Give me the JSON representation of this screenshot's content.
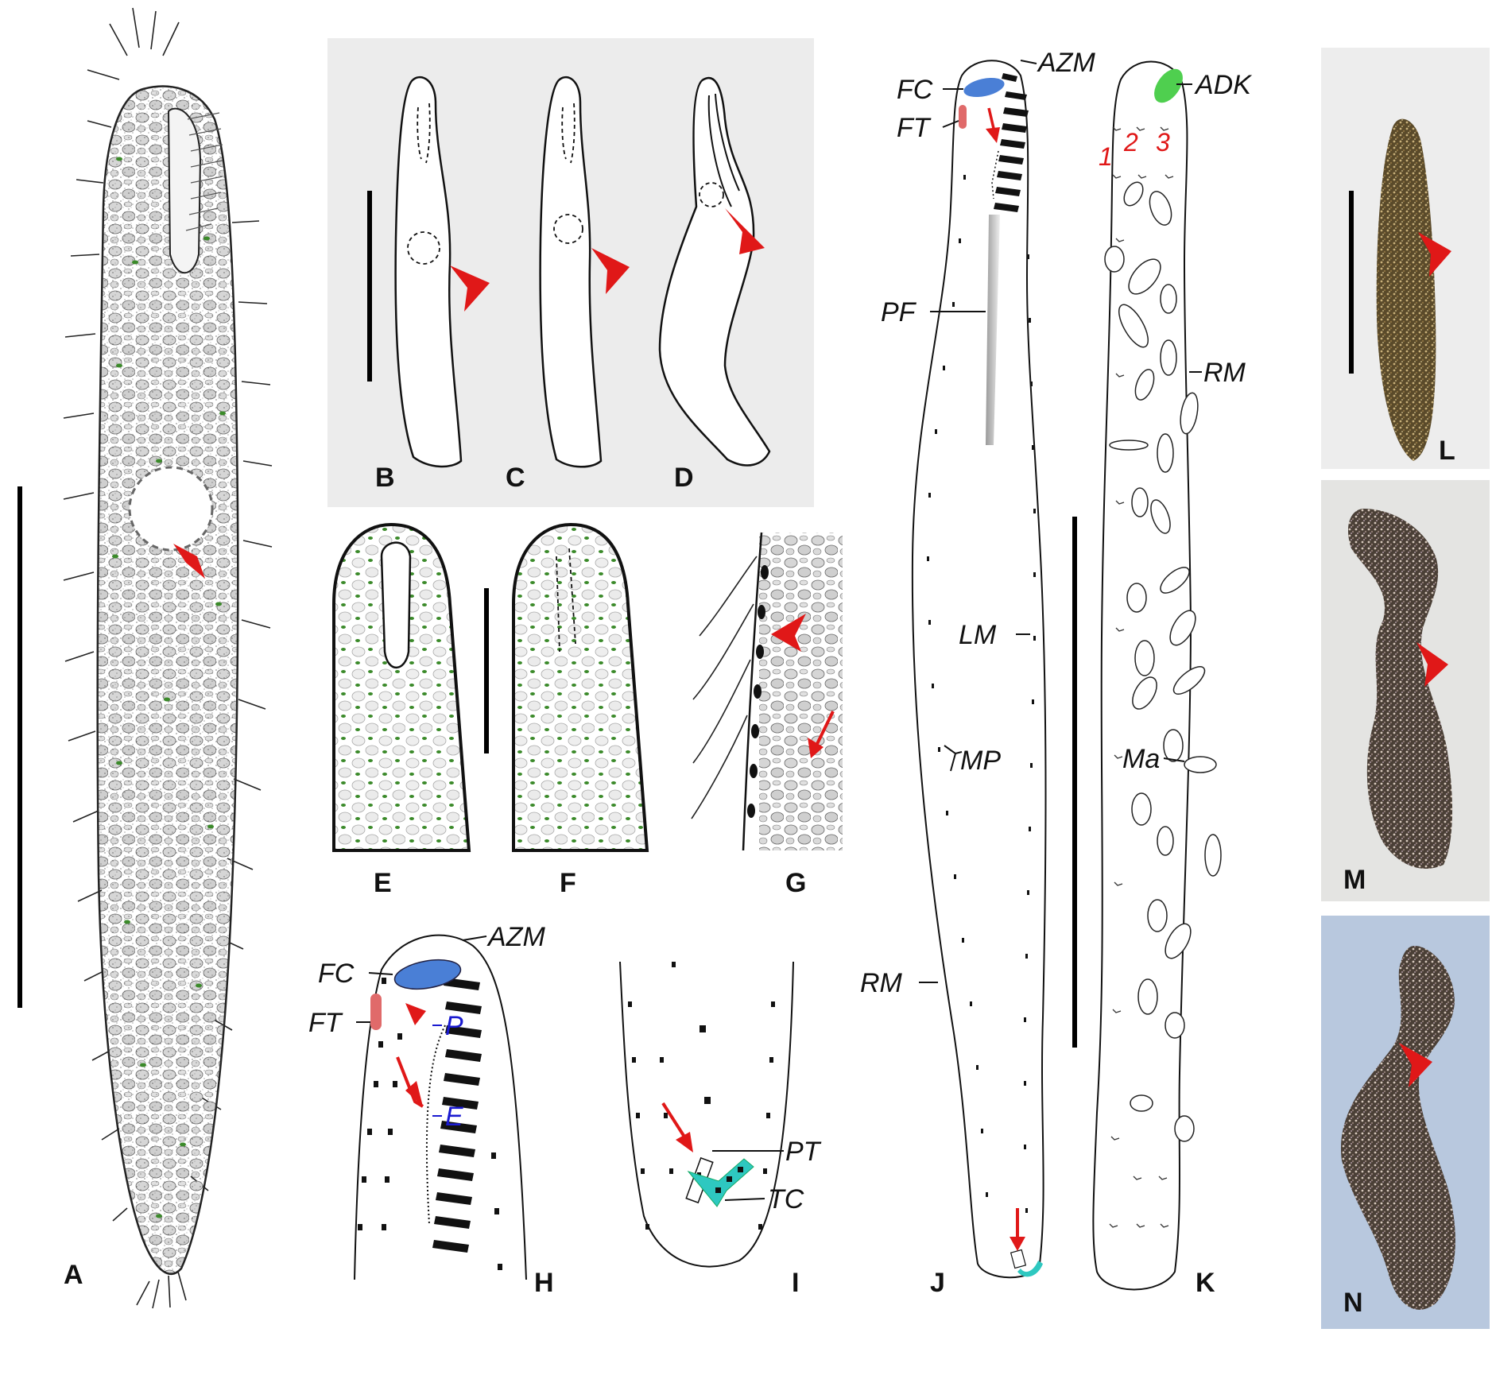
{
  "panels": {
    "A": "A",
    "B": "B",
    "C": "C",
    "D": "D",
    "E": "E",
    "F": "F",
    "G": "G",
    "H": "H",
    "I": "I",
    "J": "J",
    "K": "K",
    "L": "L",
    "M": "M",
    "N": "N"
  },
  "labels": {
    "H": {
      "AZM": "AZM",
      "FC": "FC",
      "FT": "FT",
      "P": "P",
      "E": "E"
    },
    "I": {
      "PT": "PT",
      "TC": "TC"
    },
    "J": {
      "AZM": "AZM",
      "FC": "FC",
      "FT": "FT",
      "PF": "PF",
      "LM": "LM",
      "MP": "MP",
      "RM": "RM"
    },
    "K": {
      "ADK": "ADK",
      "RM": "RM",
      "Ma": "Ma",
      "kinety_1": "1",
      "kinety_2": "2",
      "kinety_3": "3"
    }
  },
  "colors": {
    "frontal_cirri": "#4a7fd6",
    "frontoterminal": "#e06a6a",
    "transverse": "#2ec8c0",
    "dorsal_kinety": "#4fcf4f",
    "arrow": "#e01818",
    "symbiont": "#3b8a2a",
    "label_blue": "#1a1ad0",
    "panel_bg": "#ececec"
  },
  "icons": {
    "arrow": "arrow-icon",
    "arrowhead": "arrowhead-icon",
    "scale_bar": "scale-bar"
  }
}
